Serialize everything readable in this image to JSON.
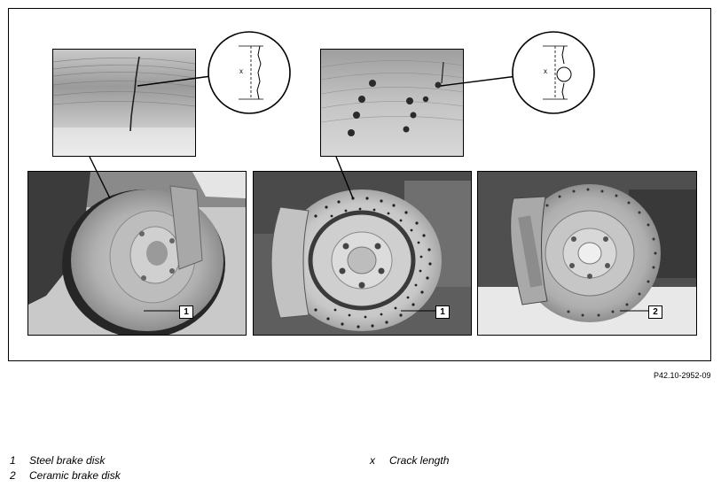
{
  "figure": {
    "reference_code": "P42.10-2952-09",
    "callouts": {
      "steel": "1",
      "steel_perforated": "1",
      "ceramic": "2"
    },
    "detail_marker": "x"
  },
  "legend": [
    {
      "num": "1",
      "text": "Steel brake disk"
    },
    {
      "num": "2",
      "text": "Ceramic brake disk"
    },
    {
      "num": "x",
      "text": "Crack length"
    }
  ]
}
